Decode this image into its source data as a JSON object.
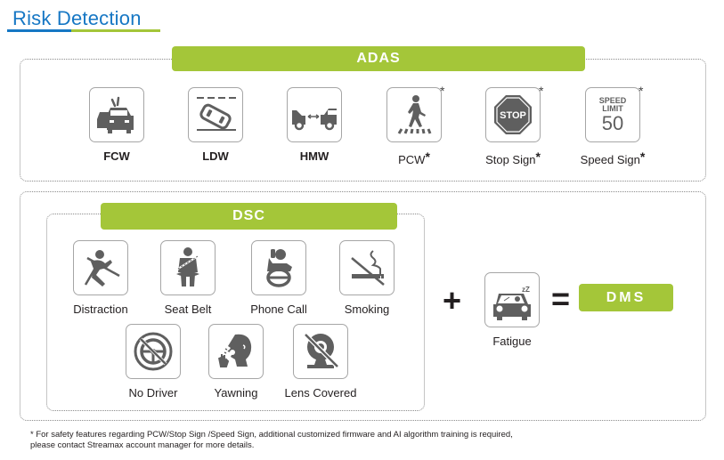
{
  "header": {
    "title": "Risk Detection"
  },
  "colors": {
    "title_blue": "#1677c4",
    "accent_green": "#a4c639",
    "icon_gray": "#5f5f5f"
  },
  "adas": {
    "label": "ADAS",
    "items": [
      {
        "label": "FCW",
        "icon": "forward-collision-icon",
        "asterisk": false
      },
      {
        "label": "LDW",
        "icon": "lane-departure-icon",
        "asterisk": false
      },
      {
        "label": "HMW",
        "icon": "headway-monitoring-icon",
        "asterisk": false
      },
      {
        "label": "PCW",
        "icon": "pedestrian-crossing-icon",
        "asterisk": true
      },
      {
        "label": "Stop Sign",
        "icon": "stop-sign-icon",
        "asterisk": true,
        "icon_text": "STOP"
      },
      {
        "label": "Speed Sign",
        "icon": "speed-limit-sign-icon",
        "asterisk": true,
        "icon_text": [
          "SPEED",
          "LIMIT",
          "50"
        ]
      }
    ],
    "asterisk": "*"
  },
  "dsc": {
    "label": "DSC",
    "items": [
      {
        "label": "Distraction",
        "icon": "distraction-icon"
      },
      {
        "label": "Seat Belt",
        "icon": "seat-belt-icon"
      },
      {
        "label": "Phone Call",
        "icon": "phone-call-icon"
      },
      {
        "label": "Smoking",
        "icon": "no-smoking-icon"
      },
      {
        "label": "No Driver",
        "icon": "no-driver-icon"
      },
      {
        "label": "Yawning",
        "icon": "yawning-icon"
      },
      {
        "label": "Lens Covered",
        "icon": "lens-covered-icon"
      }
    ]
  },
  "formula": {
    "plus": "+",
    "fatigue": {
      "label": "Fatigue",
      "icon": "fatigue-driver-icon",
      "icon_text": "zZ"
    },
    "equals": "=",
    "result": "DMS"
  },
  "footnote": {
    "line1": "* For safety features regarding PCW/Stop Sign /Speed Sign, additional customized firmware and AI algorithm training is required,",
    "line2": "please contact Streamax account manager for more details."
  }
}
